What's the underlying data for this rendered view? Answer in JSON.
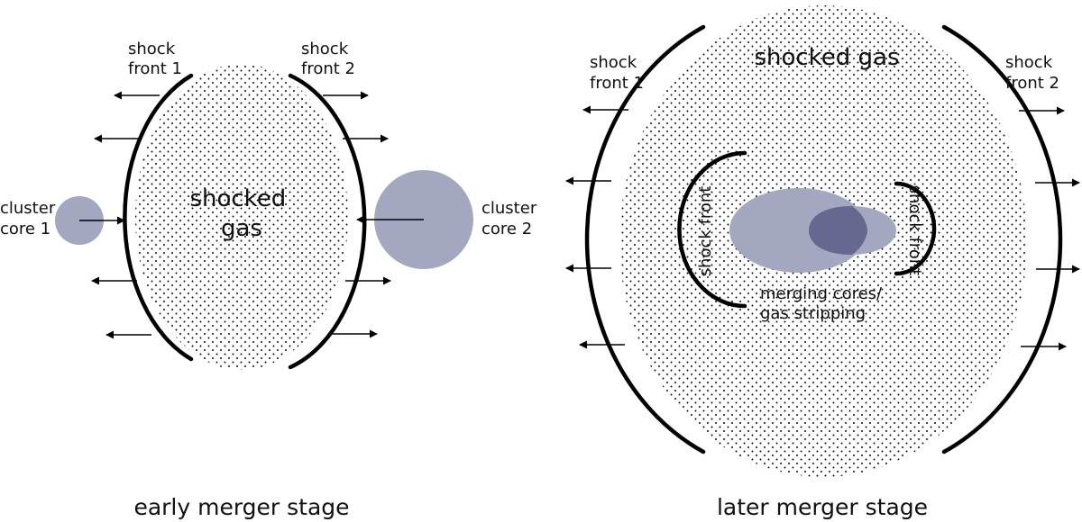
{
  "colors": {
    "core": "#a4a7c0",
    "core_overlap": "#67688f",
    "dots": "#000000",
    "stroke": "#000000"
  },
  "early": {
    "caption": "early merger stage",
    "shock_front_1": [
      "shock",
      "front 1"
    ],
    "shock_front_2": [
      "shock",
      "front 2"
    ],
    "shocked_gas": [
      "shocked",
      "gas"
    ],
    "cluster_core_1": [
      "cluster",
      "core 1"
    ],
    "cluster_core_2": [
      "cluster",
      "core 2"
    ]
  },
  "later": {
    "caption": "later merger stage",
    "shock_front_1": [
      "shock",
      "front 1"
    ],
    "shock_front_2": [
      "shock",
      "front 2"
    ],
    "shocked_gas": "shocked gas",
    "inner_shock_left": "shock front",
    "inner_shock_right": "shock front",
    "merging": [
      "merging cores/",
      "gas stripping"
    ]
  }
}
